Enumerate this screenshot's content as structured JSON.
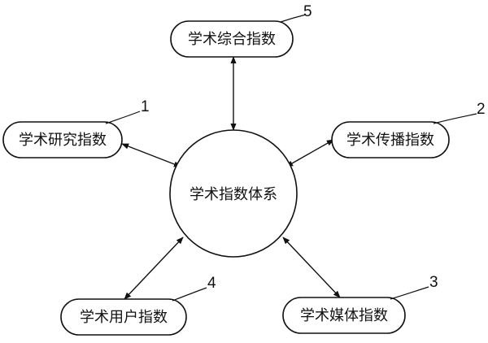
{
  "diagram": {
    "center": {
      "label": "学术指数体系"
    },
    "nodes": [
      {
        "id": "research",
        "label": "学术研究指数",
        "number": "1"
      },
      {
        "id": "dissemination",
        "label": "学术传播指数",
        "number": "2"
      },
      {
        "id": "media",
        "label": "学术媒体指数",
        "number": "3"
      },
      {
        "id": "user",
        "label": "学术用户指数",
        "number": "4"
      },
      {
        "id": "comprehensive",
        "label": "学术综合指数",
        "number": "5"
      }
    ],
    "edges": [
      {
        "from": "center",
        "to": "comprehensive",
        "type": "bidirectional"
      },
      {
        "from": "center",
        "to": "research",
        "type": "bidirectional"
      },
      {
        "from": "center",
        "to": "dissemination",
        "type": "bidirectional"
      },
      {
        "from": "center",
        "to": "user",
        "type": "bidirectional"
      },
      {
        "from": "center",
        "to": "media",
        "type": "bidirectional"
      }
    ]
  }
}
